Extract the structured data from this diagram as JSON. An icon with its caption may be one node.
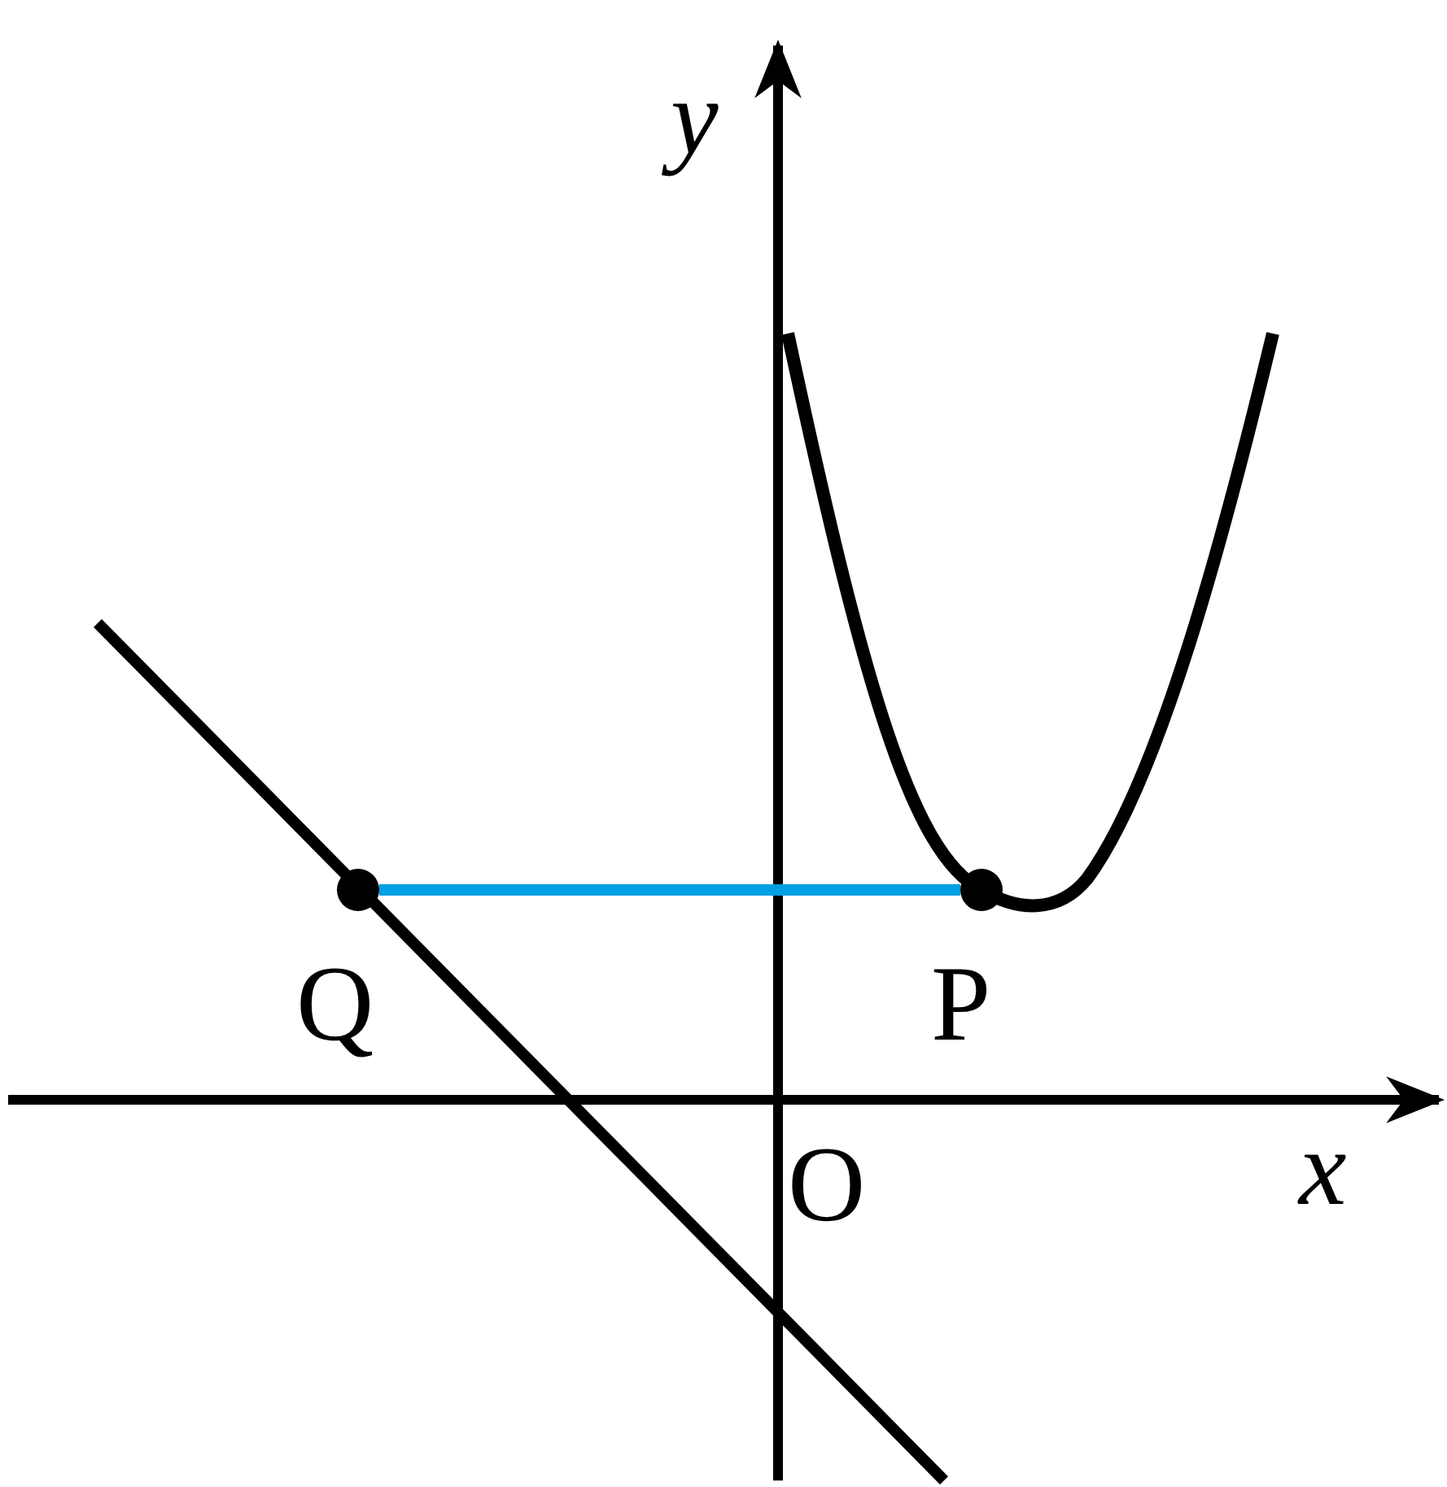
{
  "diagram": {
    "nodes": [
      {
        "text": [],
        "shape": "circle",
        "beside": [
          "Q"
        ]
      },
      {
        "text": [],
        "shape": "circle",
        "beside": [
          "P"
        ]
      }
    ],
    "edges": [
      {
        "from": 0,
        "to": 1,
        "arrow": "none",
        "color": "#00a0e3"
      }
    ],
    "labels": [
      "y",
      "x",
      "O"
    ]
  }
}
